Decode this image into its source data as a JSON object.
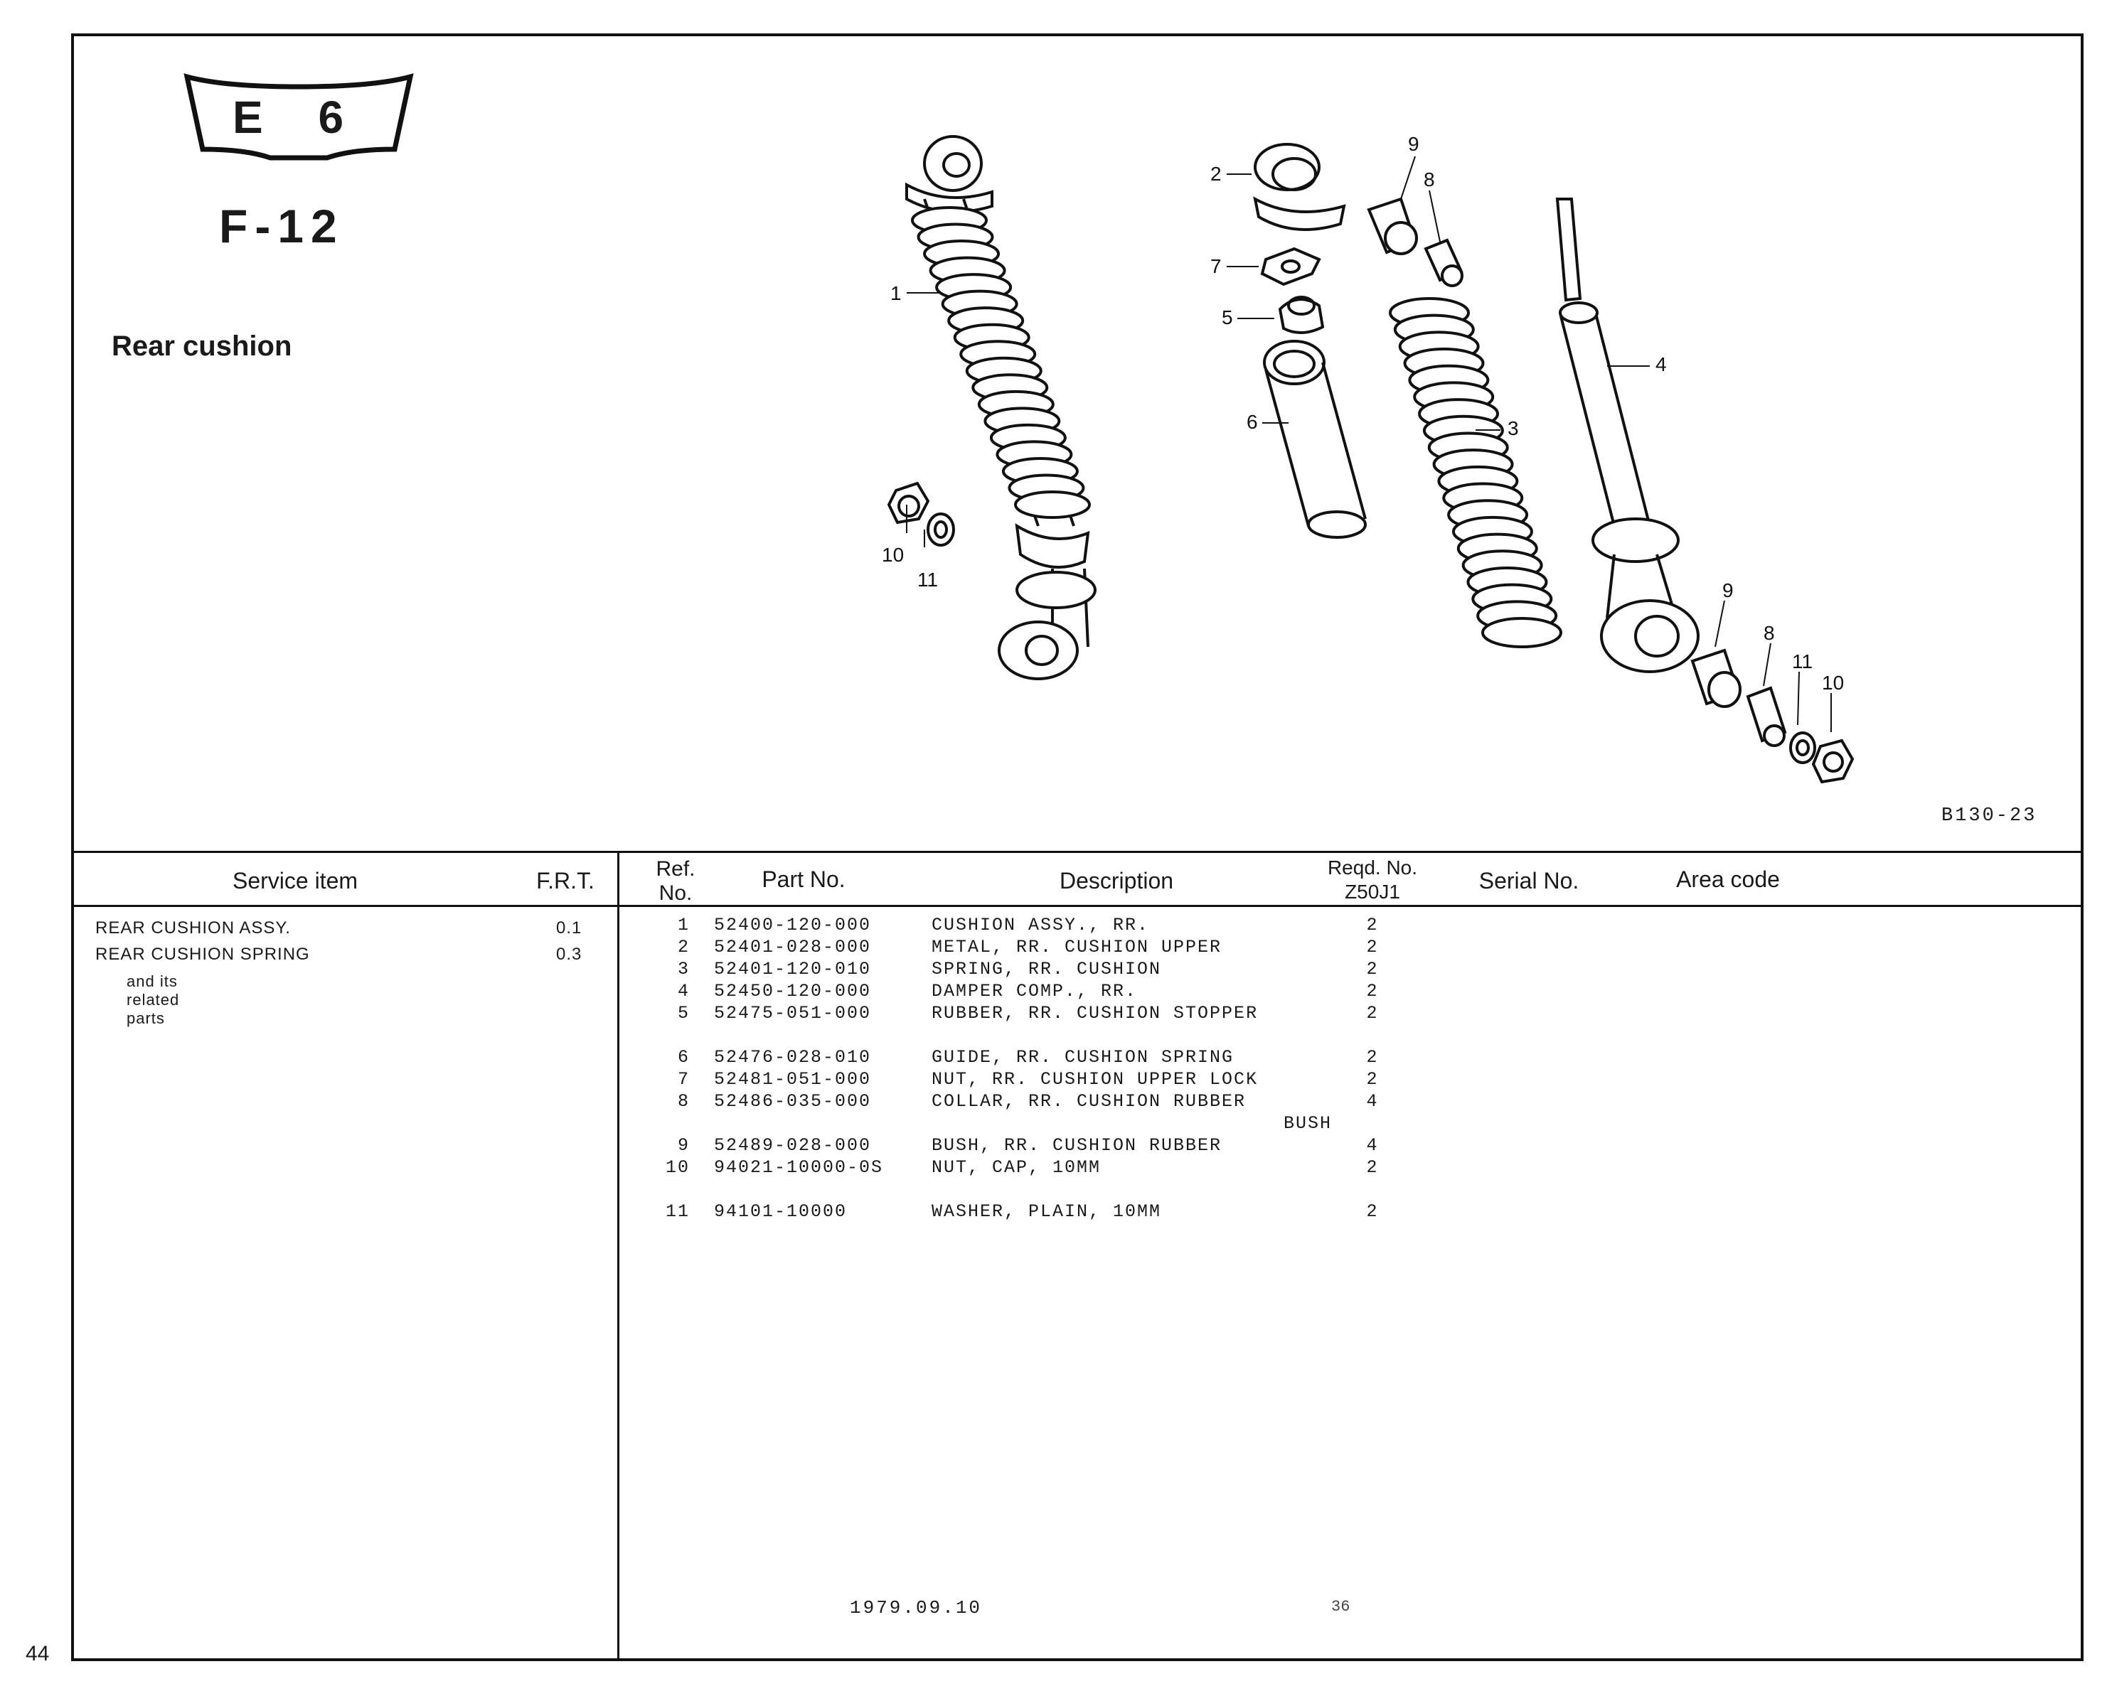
{
  "page_number": "44",
  "badge": {
    "label": "E 6"
  },
  "frame_id": "F-12",
  "section_title": "Rear cushion",
  "drawing_code": "B130-23",
  "callouts": {
    "c1": "1",
    "c2": "2",
    "c3": "3",
    "c4": "4",
    "c5": "5",
    "c6": "6",
    "c7": "7",
    "c8a": "8",
    "c8b": "8",
    "c9a": "9",
    "c9b": "9",
    "c10a": "10",
    "c10b": "10",
    "c11a": "11",
    "c11b": "11"
  },
  "headers": {
    "service_item": "Service item",
    "frt": "F.R.T.",
    "ref_no_line1": "Ref.",
    "ref_no_line2": "No.",
    "part_no": "Part No.",
    "description": "Description",
    "reqd_no_line1": "Reqd. No.",
    "reqd_no_line2": "Z50J1",
    "serial_no": "Serial No.",
    "area_code": "Area code"
  },
  "service_items": [
    {
      "name": "REAR CUSHION ASSY.",
      "frt": "0.1"
    },
    {
      "name": "REAR CUSHION SPRING",
      "frt": "0.3"
    }
  ],
  "service_note": "and its related parts",
  "parts": [
    {
      "ref": "1",
      "part_no": "52400-120-000",
      "description": "CUSHION ASSY., RR.",
      "qty": "2"
    },
    {
      "ref": "2",
      "part_no": "52401-028-000",
      "description": "METAL, RR. CUSHION UPPER",
      "qty": "2"
    },
    {
      "ref": "3",
      "part_no": "52401-120-010",
      "description": "SPRING, RR. CUSHION",
      "qty": "2"
    },
    {
      "ref": "4",
      "part_no": "52450-120-000",
      "description": "DAMPER COMP., RR.",
      "qty": "2"
    },
    {
      "ref": "5",
      "part_no": "52475-051-000",
      "description": "RUBBER, RR. CUSHION STOPPER",
      "qty": "2"
    },
    {
      "ref": "6",
      "part_no": "52476-028-010",
      "description": "GUIDE, RR. CUSHION SPRING",
      "qty": "2"
    },
    {
      "ref": "7",
      "part_no": "52481-051-000",
      "description": "NUT, RR. CUSHION UPPER LOCK",
      "qty": "2"
    },
    {
      "ref": "8",
      "part_no": "52486-035-000",
      "description": "COLLAR, RR. CUSHION RUBBER",
      "qty": "4"
    },
    {
      "ref": "",
      "part_no": "",
      "description": "BUSH",
      "qty": ""
    },
    {
      "ref": "9",
      "part_no": "52489-028-000",
      "description": "BUSH, RR. CUSHION RUBBER",
      "qty": "4"
    },
    {
      "ref": "10",
      "part_no": "94021-10000-0S",
      "description": "NUT, CAP, 10MM",
      "qty": "2"
    },
    {
      "ref": "11",
      "part_no": "94101-10000",
      "description": "WASHER, PLAIN, 10MM",
      "qty": "2"
    }
  ],
  "footer_date": "1979.09.10",
  "footer_stamp": "36"
}
